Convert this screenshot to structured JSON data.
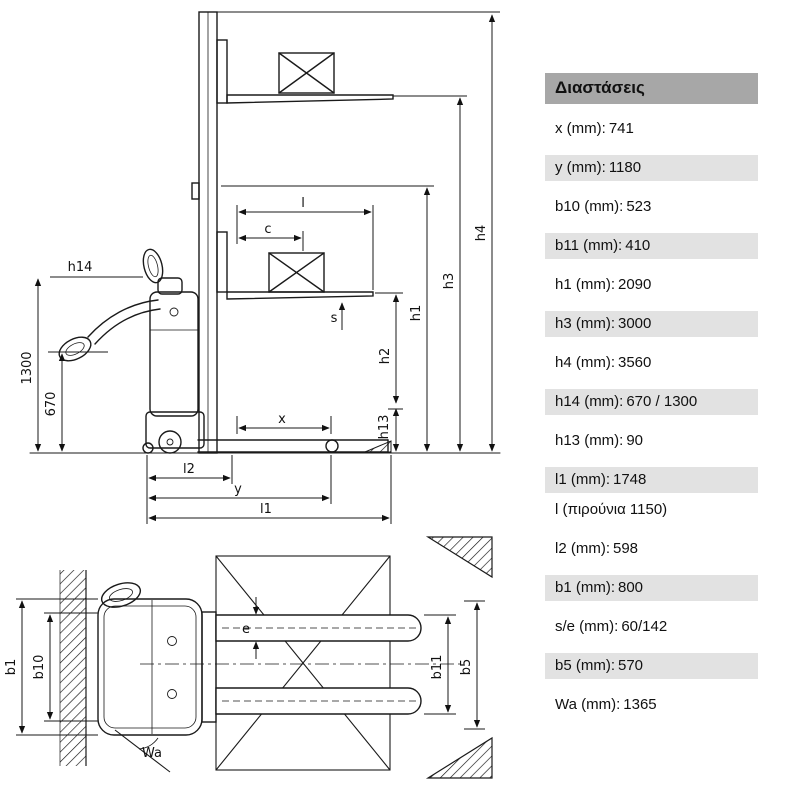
{
  "table": {
    "header": "Διαστάσεις",
    "rows": [
      {
        "label": "x (mm):",
        "value": "741"
      },
      {
        "label": "y (mm):",
        "value": "1180"
      },
      {
        "label": "b10 (mm):",
        "value": "523"
      },
      {
        "label": "b11 (mm):",
        "value": "410"
      },
      {
        "label": "h1 (mm):",
        "value": "2090"
      },
      {
        "label": "h3 (mm):",
        "value": "3000"
      },
      {
        "label": "h4 (mm):",
        "value": "3560"
      },
      {
        "label": "h14 (mm):",
        "value": "670 / 1300"
      },
      {
        "label": "h13 (mm):",
        "value": "90"
      },
      {
        "label": "l1 (mm):",
        "value": "1748"
      },
      {
        "label": "l (πιρούνια 1150)",
        "value": ""
      },
      {
        "label": "l2 (mm):",
        "value": "598"
      },
      {
        "label": "b1 (mm):",
        "value": "800"
      },
      {
        "label": "s/e (mm):",
        "value": "60/142"
      },
      {
        "label": "b5 (mm):",
        "value": "570"
      },
      {
        "label": "Wa (mm):",
        "value": "1365"
      }
    ]
  },
  "diagram": {
    "side_view": {
      "h14": "h14",
      "height_1300": "1300",
      "height_670": "670",
      "l": "l",
      "c": "c",
      "s": "s",
      "x": "x",
      "h4": "h4",
      "h3": "h3",
      "h1": "h1",
      "h2": "h2",
      "h13": "h13",
      "l2": "l2",
      "y": "y",
      "l1": "l1"
    },
    "top_view": {
      "b1": "b1",
      "b10": "b10",
      "e": "e",
      "b11": "b11",
      "b5": "b5",
      "wa": "Wa"
    }
  }
}
